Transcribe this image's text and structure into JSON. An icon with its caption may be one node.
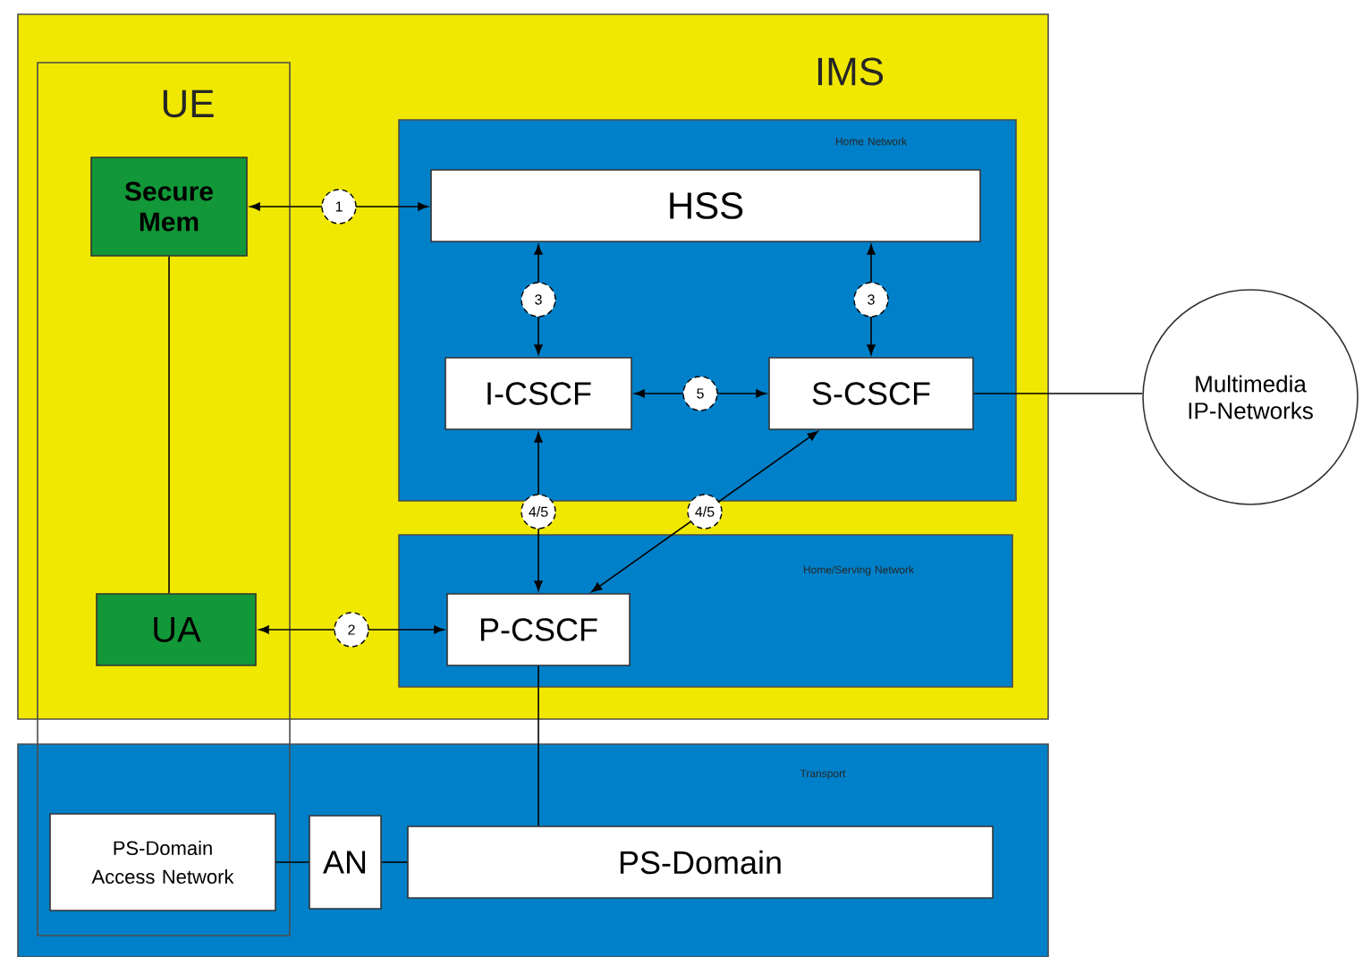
{
  "diagram": {
    "nodes": [
      {
        "text": [
          "IMS"
        ]
      },
      {
        "text": [
          "Home Network"
        ],
        "in": 0
      },
      {
        "text": [
          "HSS"
        ],
        "in": 1
      },
      {
        "text": [
          "I-CSCF"
        ],
        "in": 1
      },
      {
        "text": [
          "S-CSCF"
        ],
        "in": 1
      },
      {
        "text": [
          "Home/Serving Network"
        ],
        "in": 0
      },
      {
        "text": [
          "P-CSCF"
        ],
        "in": 5
      },
      {
        "text": [
          "Secure Mem"
        ],
        "in": 0
      },
      {
        "text": [
          "UA"
        ],
        "in": 0
      },
      {
        "text": [
          "Transport"
        ]
      },
      {
        "text": [
          "PS-Domain Access Network"
        ],
        "in": 9
      },
      {
        "text": [
          "AN"
        ],
        "in": 9
      },
      {
        "text": [
          "PS-Domain"
        ],
        "in": 9
      },
      {
        "text": [
          "Multimedia IP-Networks"
        ]
      }
    ],
    "edges": [
      {
        "from": 7,
        "to": 2,
        "arrow": "both",
        "label": "1"
      },
      {
        "from": 8,
        "to": 6,
        "arrow": "both",
        "label": "2"
      },
      {
        "from": 2,
        "to": 3,
        "arrow": "both",
        "label": "3"
      },
      {
        "from": 2,
        "to": 4,
        "arrow": "both",
        "label": "3"
      },
      {
        "from": 3,
        "to": 4,
        "arrow": "both",
        "label": "5"
      },
      {
        "from": 3,
        "to": 6,
        "arrow": "both",
        "label": "4/5"
      },
      {
        "from": 4,
        "to": 6,
        "arrow": "both",
        "label": "4/5"
      },
      {
        "from": 7,
        "to": 8,
        "arrow": "none"
      },
      {
        "from": 4,
        "to": 13,
        "arrow": "none"
      },
      {
        "from": 6,
        "to": 12,
        "arrow": "none"
      },
      {
        "from": 10,
        "to": 11,
        "arrow": "none"
      },
      {
        "from": 11,
        "to": 12,
        "arrow": "none"
      }
    ],
    "labels": [
      "UE"
    ]
  }
}
